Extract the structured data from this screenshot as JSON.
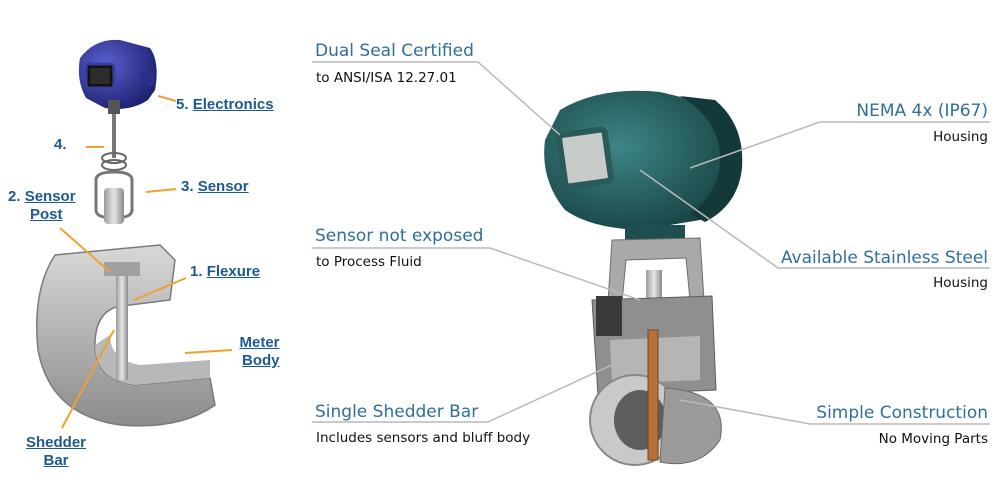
{
  "left_labels": {
    "electronics_num": "5.",
    "electronics": "Electronics",
    "part4": "4.",
    "sensor_num": "3.",
    "sensor": "Sensor",
    "sensor_post_num": "2.",
    "sensor_post_a": "Sensor",
    "sensor_post_b": "Post",
    "flexure_num": "1.",
    "flexure": "Flexure",
    "meter_body_a": "Meter",
    "meter_body_b": "Body",
    "shedder_a": "Shedder",
    "shedder_b": "Bar"
  },
  "callouts": {
    "dual_seal_title": "Dual Seal Certified",
    "dual_seal_sub": "to ANSI/ISA 12.27.01",
    "sensor_exposed_title": "Sensor not exposed",
    "sensor_exposed_sub": "to Process Fluid",
    "shedder_title": "Single Shedder Bar",
    "shedder_sub": "Includes sensors and bluff body",
    "nema_title": "NEMA 4x (IP67)",
    "nema_sub": "Housing",
    "stainless_title": "Available Stainless Steel",
    "stainless_sub": "Housing",
    "simple_title": "Simple Construction",
    "simple_sub": "No Moving Parts"
  },
  "colors": {
    "callout_title": "#2f6f9a",
    "left_label": "#1d5a93",
    "housing_green": "#1f5a5a",
    "housing_blue": "#2a2f8a",
    "arrow_orange": "#f0a030"
  }
}
